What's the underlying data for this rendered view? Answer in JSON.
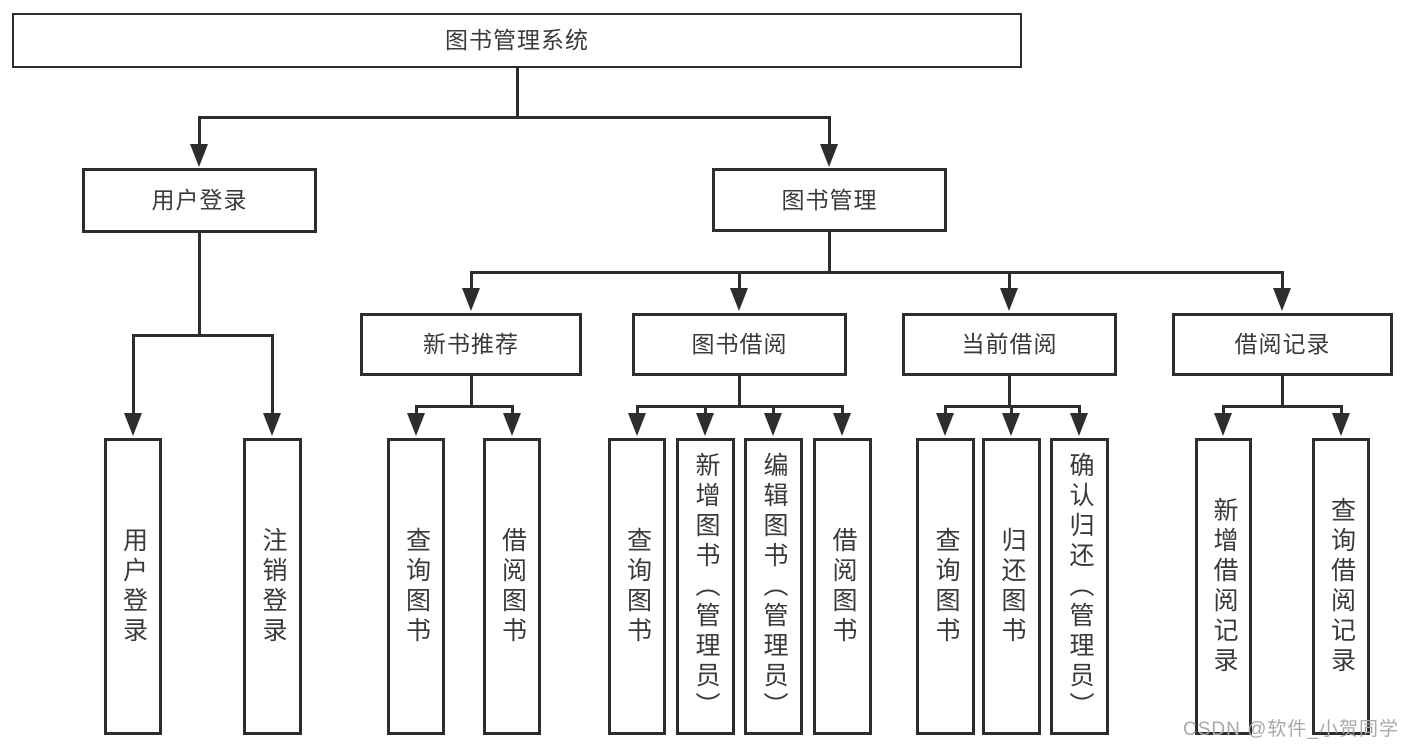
{
  "diagram_title": "图书管理系统",
  "nodes": {
    "root": "图书管理系统",
    "user_login": "用户登录",
    "book_mgmt": "图书管理",
    "new_book": "新书推荐",
    "book_borrow": "图书借阅",
    "current_borrow": "当前借阅",
    "borrow_record": "借阅记录",
    "leaf_login": "用户登录",
    "leaf_logout": "注销登录",
    "nb_query": "查询图书",
    "nb_borrow": "借阅图书",
    "bb_query": "查询图书",
    "bb_add": "新增图书（管理员）",
    "bb_edit": "编辑图书（管理员）",
    "bb_borrow": "借阅图书",
    "cb_query": "查询图书",
    "cb_return": "归还图书",
    "cb_confirm": "确认归还（管理员）",
    "br_add": "新增借阅记录",
    "br_query": "查询借阅记录"
  },
  "structure": {
    "图书管理系统": {
      "用户登录": [
        "用户登录",
        "注销登录"
      ],
      "图书管理": {
        "新书推荐": [
          "查询图书",
          "借阅图书"
        ],
        "图书借阅": [
          "查询图书",
          "新增图书（管理员）",
          "编辑图书（管理员）",
          "借阅图书"
        ],
        "当前借阅": [
          "查询图书",
          "归还图书",
          "确认归还（管理员）"
        ],
        "借阅记录": [
          "新增借阅记录",
          "查询借阅记录"
        ]
      }
    }
  },
  "watermark": "CSDN @软件_小贺同学",
  "colors": {
    "line": "#2d2d2d",
    "text": "#3a3a3a",
    "background": "#ffffff",
    "watermark": "#a9a9a9"
  }
}
